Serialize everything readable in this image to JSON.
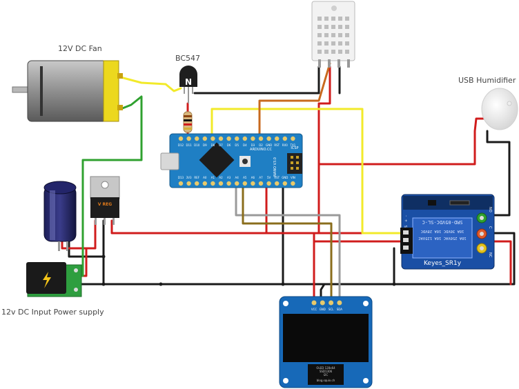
{
  "labels": {
    "fan": "12V DC Fan",
    "transistor": "BC547",
    "humidifier": "USB Humidifier",
    "power": "12v DC Input Power supply"
  },
  "transistor_mark": "N",
  "regulator_mark": "V REG",
  "relay": {
    "module_label": "Keyes_SR1y",
    "part": "SRD-05VDC-SL-C",
    "rating_1": "10A 250VAC 10A 125VAC",
    "rating_2": "10A 30VDC 10A 28VDC",
    "pins": [
      "S",
      "+",
      "-"
    ],
    "contacts": [
      "NO",
      "C",
      "NC"
    ]
  },
  "arduino": {
    "brand": "ARDUINO.CC",
    "model": "NANO V3.0",
    "icsp": "ICSP",
    "top_pins": [
      "D12",
      "D11",
      "D10",
      "D9",
      "D8",
      "D7",
      "D6",
      "D5",
      "D4",
      "D3",
      "D2",
      "GND",
      "RST",
      "RX0",
      "TX1"
    ],
    "bottom_pins": [
      "D13",
      "3V3",
      "REF",
      "A0",
      "A1",
      "A2",
      "A3",
      "A4",
      "A5",
      "A6",
      "A7",
      "5V",
      "RST",
      "GND",
      "VIN"
    ]
  },
  "oled": {
    "pins": [
      "VCC",
      "GND",
      "SCL",
      "SDA"
    ],
    "chip_text": [
      "OLED 128x64",
      "SSD1306",
      "I2C"
    ],
    "url": "blog.squix.ch"
  },
  "colors": {
    "red": "#d01c1c",
    "black": "#1a1a1a",
    "yellow": "#f2ea2a",
    "green": "#2fa12f",
    "orange": "#c8691e",
    "olive": "#8a6d1c",
    "gray": "#9a9a9a",
    "board_blue": "#1f7fc4",
    "relay_blue": "#1a4fa5",
    "oled_blue": "#1769b8"
  }
}
